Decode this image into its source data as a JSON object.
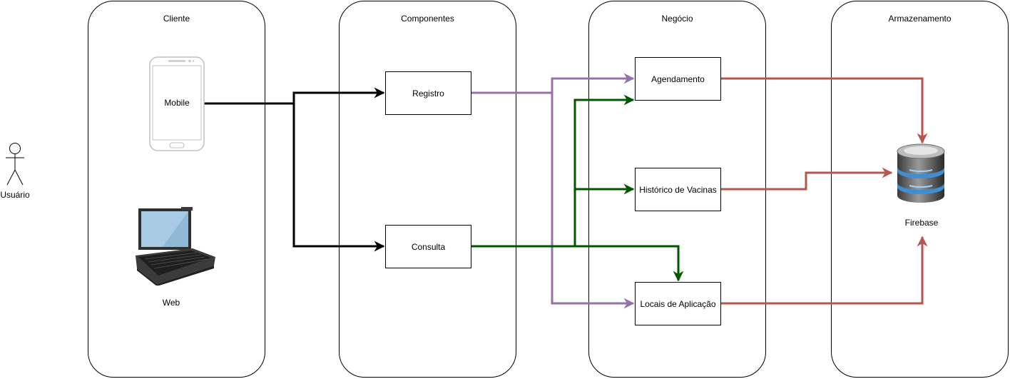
{
  "lanes": {
    "cliente": "Cliente",
    "componentes": "Componentes",
    "negocio": "Negócio",
    "armazenamento": "Armazenamento"
  },
  "actor": {
    "label": "Usuário"
  },
  "client": {
    "mobile_label": "Mobile",
    "web_label": "Web"
  },
  "components": {
    "registro": "Registro",
    "consulta": "Consulta"
  },
  "business": {
    "agendamento": "Agendamento",
    "historico": "Histórico de Vacinas",
    "locais": "Locais de Aplicação"
  },
  "storage": {
    "firebase_label": "Firebase"
  },
  "colors": {
    "black_flow": "#000000",
    "registro_flow": "#9673a6",
    "consulta_flow": "#005700",
    "storage_flow": "#b85450"
  },
  "icons": [
    "user-icon",
    "smartphone-icon",
    "laptop-icon",
    "database-icon"
  ]
}
